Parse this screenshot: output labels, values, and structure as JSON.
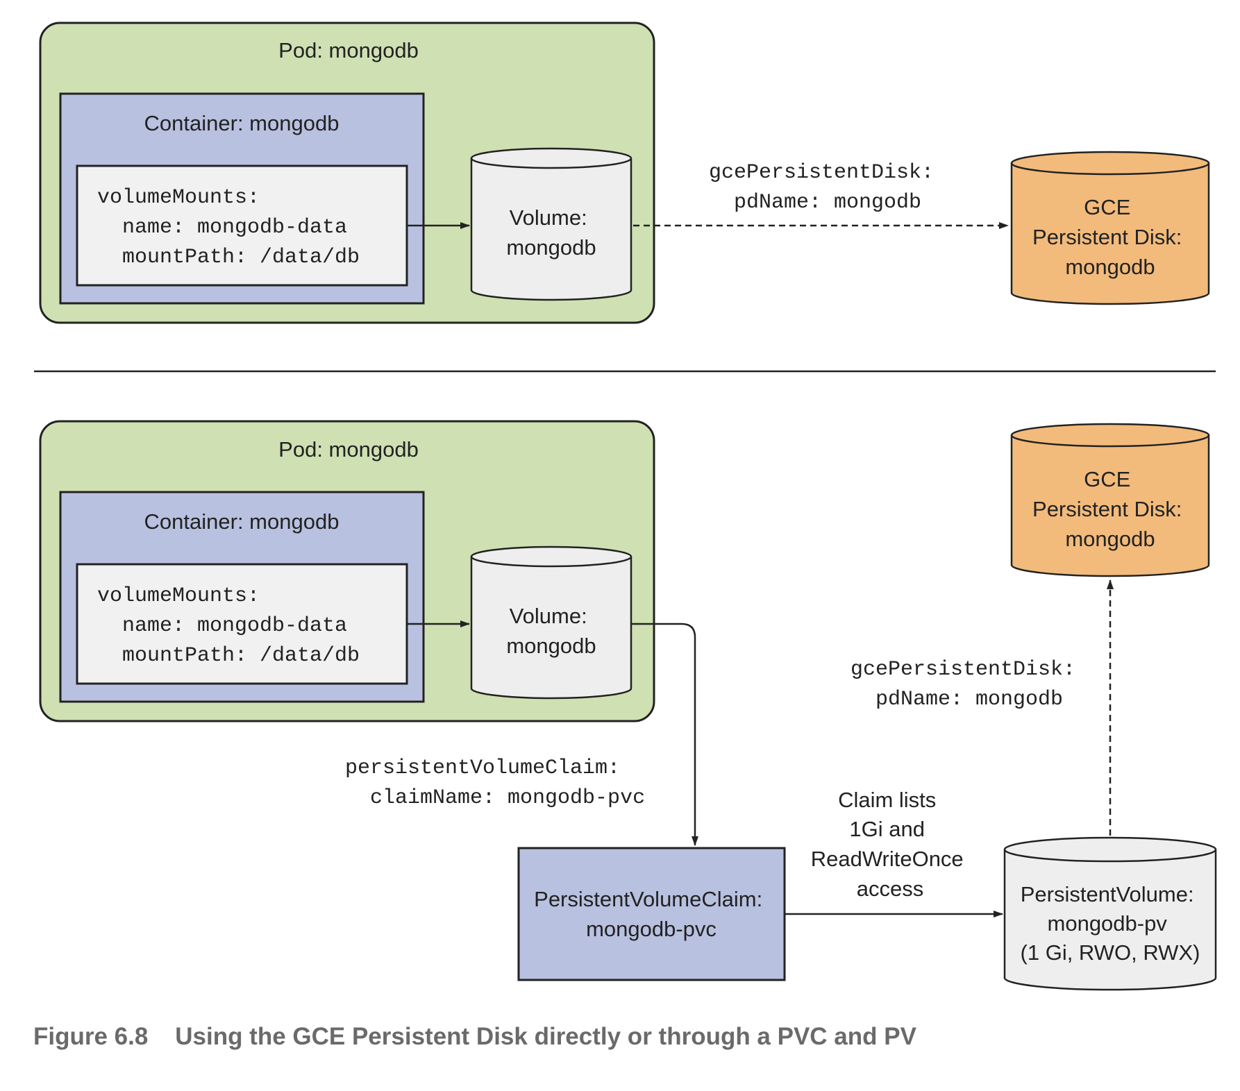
{
  "top": {
    "pod_label": "Pod: mongodb",
    "container_label": "Container: mongodb",
    "mounts": [
      "volumeMounts:",
      "  name: mongodb-data",
      "  mountPath: /data/db"
    ],
    "volume": [
      "Volume:",
      "mongodb"
    ],
    "gce_ref": [
      "gcePersistentDisk:",
      "  pdName: mongodb"
    ],
    "gce_disk": [
      "GCE",
      "Persistent Disk:",
      "mongodb"
    ]
  },
  "bottom": {
    "pod_label": "Pod: mongodb",
    "container_label": "Container: mongodb",
    "mounts": [
      "volumeMounts:",
      "  name: mongodb-data",
      "  mountPath: /data/db"
    ],
    "volume": [
      "Volume:",
      "mongodb"
    ],
    "pvc_ref": [
      "persistentVolumeClaim:",
      "  claimName: mongodb-pvc"
    ],
    "pvc": [
      "PersistentVolumeClaim:",
      "mongodb-pvc"
    ],
    "claim_note": [
      "Claim lists",
      "1Gi and",
      "ReadWriteOnce",
      "access"
    ],
    "pv": [
      "PersistentVolume:",
      "mongodb-pv",
      "(1 Gi, RWO, RWX)"
    ],
    "gce_ref": [
      "gcePersistentDisk:",
      "  pdName: mongodb"
    ],
    "gce_disk": [
      "GCE",
      "Persistent Disk:",
      "mongodb"
    ]
  },
  "caption": "Figure 6.8    Using the GCE Persistent Disk directly or through a PVC and PV",
  "colors": {
    "pod_fill": "#cfe0b3",
    "container_fill": "#b9c1e0",
    "code_fill": "#f1f1f1",
    "volume_fill": "#eeeeee",
    "gce_fill": "#f2bb7c",
    "pvc_fill": "#b9c1e0",
    "caption": "#6a6a6a"
  }
}
